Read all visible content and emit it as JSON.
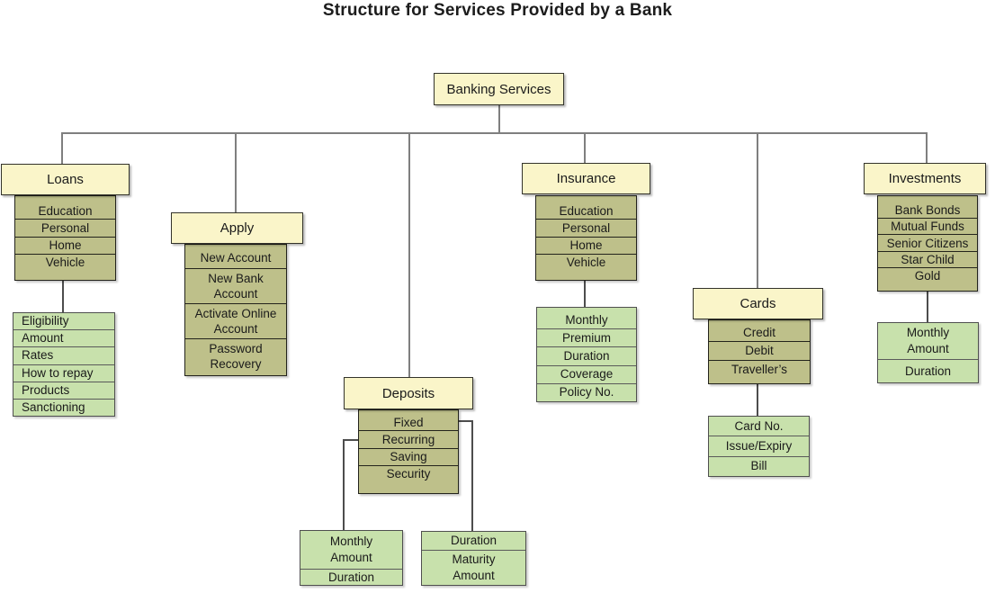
{
  "title": "Structure for Services Provided by a Bank",
  "root": {
    "label": "Banking Services"
  },
  "branches": {
    "loans": {
      "header": "Loans",
      "types": [
        "Education",
        "Personal",
        "Home",
        "Vehicle"
      ],
      "details": [
        "Eligibility",
        "Amount",
        "Rates",
        "How to repay",
        "Products",
        "Sanctioning"
      ]
    },
    "apply": {
      "header": "Apply",
      "types": [
        "New Account",
        "New Bank Account",
        "Activate Online Account",
        "Password Recovery"
      ]
    },
    "deposits": {
      "header": "Deposits",
      "types": [
        "Fixed",
        "Recurring",
        "Saving",
        "Security"
      ],
      "recurring_details": [
        "Monthly Amount",
        "Duration"
      ],
      "fixed_details": [
        "Duration",
        "Maturity Amount"
      ]
    },
    "insurance": {
      "header": "Insurance",
      "types": [
        "Education",
        "Personal",
        "Home",
        "Vehicle"
      ],
      "details": [
        "Monthly",
        "Premium",
        "Duration",
        "Coverage",
        "Policy No."
      ]
    },
    "cards": {
      "header": "Cards",
      "types": [
        "Credit",
        "Debit",
        "Traveller’s"
      ],
      "details": [
        "Card No.",
        "Issue/Expiry",
        "Bill"
      ]
    },
    "investments": {
      "header": "Investments",
      "types": [
        "Bank Bonds",
        "Mutual Funds",
        "Senior Citizens",
        "Star Child",
        "Gold"
      ],
      "details": [
        "Monthly Amount",
        "Duration"
      ]
    }
  },
  "colors": {
    "header_fill": "#FAF5C9",
    "type_fill": "#BEC08A",
    "detail_fill": "#C8E1AC",
    "line": "#7F7F7F",
    "text": "#1A1A1A"
  }
}
